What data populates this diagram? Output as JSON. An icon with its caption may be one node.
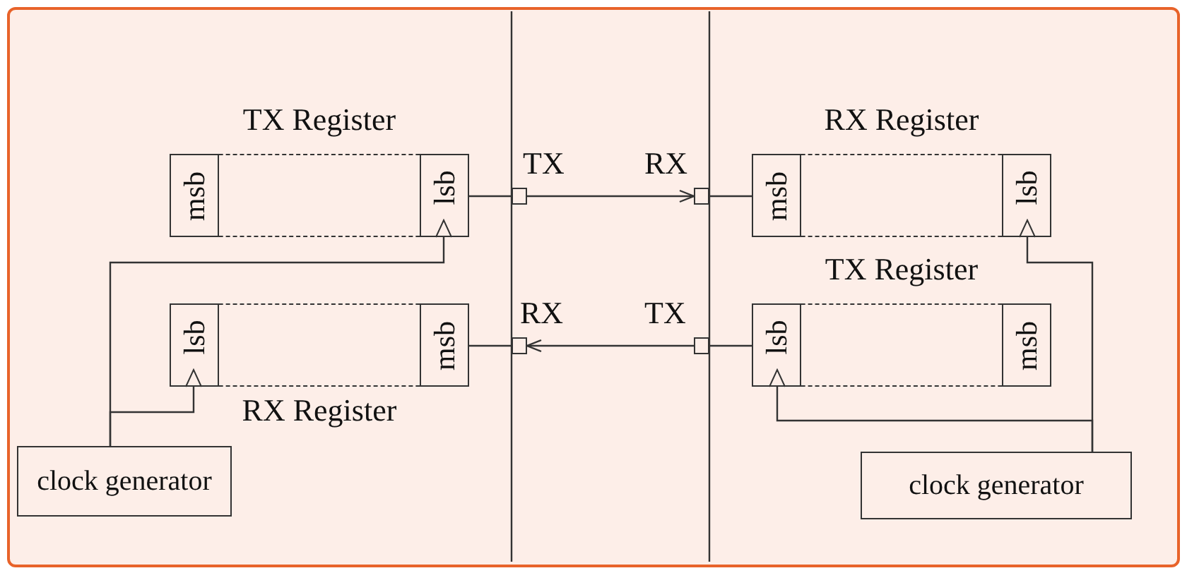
{
  "diagram": {
    "nodes": [
      {
        "text": [
          "TX Register"
        ]
      },
      {
        "text": [
          "msb"
        ],
        "in": 0
      },
      {
        "text": [
          "lsb"
        ],
        "in": 0
      },
      {
        "text": [
          "RX Register"
        ]
      },
      {
        "text": [
          "lsb"
        ],
        "in": 3
      },
      {
        "text": [
          "msb"
        ],
        "in": 3
      },
      {
        "text": [
          "clock generator"
        ]
      },
      {
        "text": [],
        "shape": "box",
        "beside": [
          "TX"
        ]
      },
      {
        "text": [],
        "shape": "box",
        "beside": [
          "RX"
        ]
      },
      {
        "text": [],
        "shape": "box",
        "beside": [
          "RX"
        ]
      },
      {
        "text": [],
        "shape": "box",
        "beside": [
          "TX"
        ]
      },
      {
        "text": [
          "RX Register"
        ]
      },
      {
        "text": [
          "msb"
        ],
        "in": 11
      },
      {
        "text": [
          "lsb"
        ],
        "in": 11
      },
      {
        "text": [
          "TX Register"
        ]
      },
      {
        "text": [
          "lsb"
        ],
        "in": 14
      },
      {
        "text": [
          "msb"
        ],
        "in": 14
      },
      {
        "text": [
          "clock generator"
        ]
      }
    ],
    "edges": [
      {
        "from": 2,
        "to": 7,
        "arrow": "none"
      },
      {
        "from": 7,
        "to": 8,
        "arrow": "to"
      },
      {
        "from": 8,
        "to": 12,
        "arrow": "none"
      },
      {
        "from": 15,
        "to": 10,
        "arrow": "none"
      },
      {
        "from": 10,
        "to": 9,
        "arrow": "to"
      },
      {
        "from": 9,
        "to": 5,
        "arrow": "none"
      },
      {
        "from": 6,
        "to": 2,
        "arrow": "to"
      },
      {
        "from": 6,
        "to": 4,
        "arrow": "to"
      },
      {
        "from": 17,
        "to": 13,
        "arrow": "to"
      },
      {
        "from": 17,
        "to": 15,
        "arrow": "to"
      }
    ]
  }
}
